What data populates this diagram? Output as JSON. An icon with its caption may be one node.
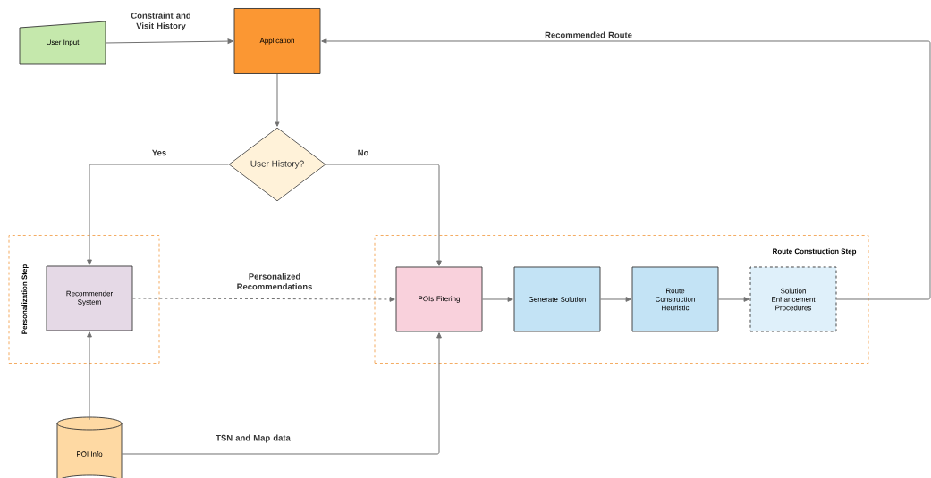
{
  "diagram": {
    "nodes": [
      {
        "text": [
          "User Input"
        ]
      },
      {
        "text": [
          "Application"
        ]
      },
      {
        "text": [
          "User History?"
        ]
      },
      {
        "text": [
          "Personalization Step"
        ]
      },
      {
        "text": [
          "Recommender System"
        ],
        "in": 3
      },
      {
        "text": [
          "Route Construction Step"
        ]
      },
      {
        "text": [
          "POIs Fitering"
        ],
        "in": 5
      },
      {
        "text": [
          "Generate Solution"
        ],
        "in": 5
      },
      {
        "text": [
          "Route Construction Heuristic"
        ],
        "in": 5
      },
      {
        "text": [
          "Solution Enhancement Procedures"
        ],
        "in": 5
      },
      {
        "text": [
          "POI Info"
        ]
      }
    ],
    "edges": [
      {
        "from": 0,
        "to": 1,
        "arrow": "to",
        "label": "Constraint and Visit History"
      },
      {
        "from": 9,
        "to": 1,
        "arrow": "to",
        "label": "Recommended Route"
      },
      {
        "from": 1,
        "to": 2,
        "arrow": "to"
      },
      {
        "from": 2,
        "to": 4,
        "arrow": "to",
        "label": "Yes"
      },
      {
        "from": 2,
        "to": 6,
        "arrow": "to",
        "label": "No"
      },
      {
        "from": 4,
        "to": 6,
        "arrow": "to",
        "label": "Personalized Recommendations",
        "style": "dashed"
      },
      {
        "from": 10,
        "to": 4,
        "arrow": "to"
      },
      {
        "from": 10,
        "to": 6,
        "arrow": "to",
        "label": "TSN and Map data"
      },
      {
        "from": 6,
        "to": 7,
        "arrow": "to"
      },
      {
        "from": 7,
        "to": 8,
        "arrow": "to"
      },
      {
        "from": 8,
        "to": 9,
        "arrow": "to"
      }
    ]
  }
}
